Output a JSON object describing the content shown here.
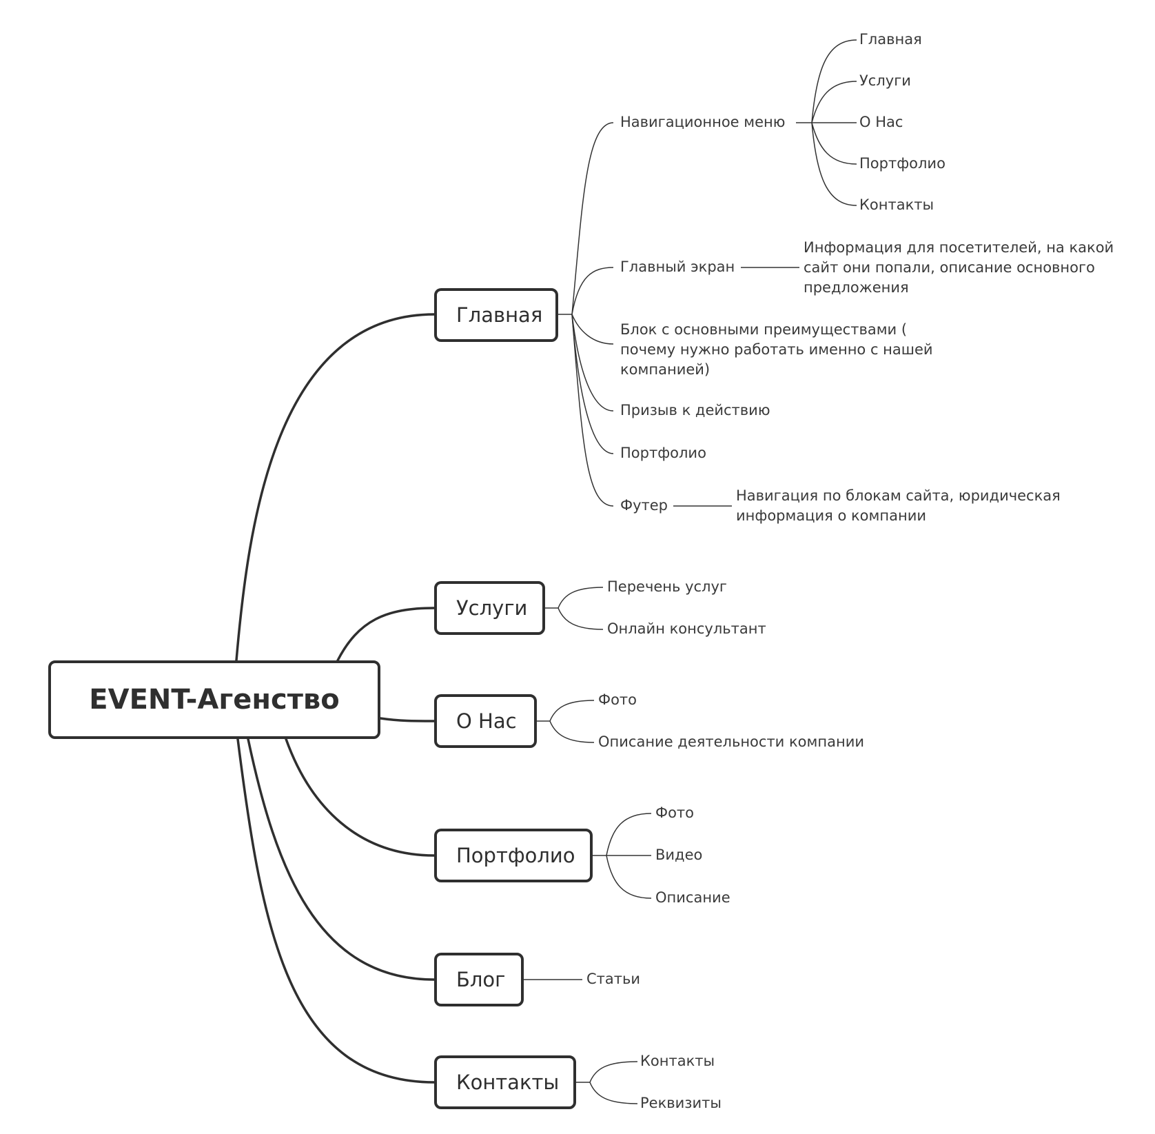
{
  "root": {
    "label": "EVENT-Агенство"
  },
  "branches": {
    "home": {
      "label": "Главная",
      "nav_menu": {
        "label": "Навигационное меню",
        "items": [
          "Главная",
          "Услуги",
          "О Нас",
          "Портфолио",
          "Контакты"
        ]
      },
      "hero": {
        "label": "Главный экран",
        "note_lines": [
          "Информация для посетителей, на какой",
          "сайт они попали, описание основного",
          "предложения"
        ]
      },
      "benefits": {
        "lines": [
          "Блок с основными преимуществами (",
          "почему нужно работать именно с нашей",
          "компанией)"
        ]
      },
      "cta": {
        "label": "Призыв к действию"
      },
      "portfolio": {
        "label": "Портфолио"
      },
      "footer": {
        "label": "Футер",
        "note_lines": [
          "Навигация по блокам сайта, юридическая",
          "информация о компании"
        ]
      }
    },
    "services": {
      "label": "Услуги",
      "items": [
        "Перечень услуг",
        "Онлайн консультант"
      ]
    },
    "about": {
      "label": "О Нас",
      "items": [
        "Фото",
        "Описание деятельности компании"
      ]
    },
    "portfolio": {
      "label": "Портфолио",
      "items": [
        "Фото",
        "Видео",
        "Описание"
      ]
    },
    "blog": {
      "label": "Блог",
      "items": [
        "Статьи"
      ]
    },
    "contacts": {
      "label": "Контакты",
      "items": [
        "Контакты",
        "Реквизиты"
      ]
    }
  }
}
